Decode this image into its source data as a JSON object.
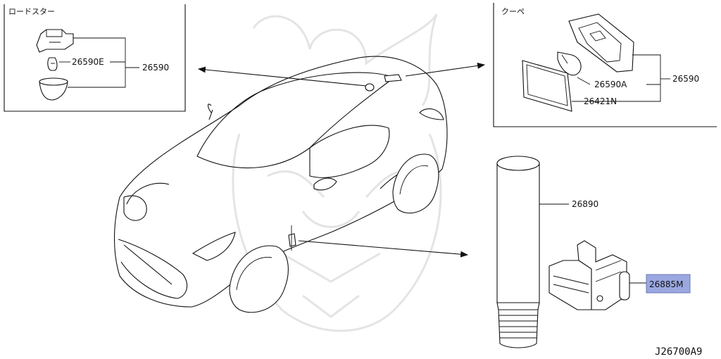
{
  "panels": {
    "roadster": {
      "title": "ロードスター",
      "callouts": [
        "26590E",
        "26590"
      ]
    },
    "coupe": {
      "title": "クーペ",
      "callouts": [
        "26590A",
        "26421N",
        "26590"
      ]
    },
    "lower": {
      "callouts": [
        "26890",
        "26885M"
      ],
      "highlight_color": "#9aa7e0"
    }
  },
  "diagram_code": "J26700A9"
}
